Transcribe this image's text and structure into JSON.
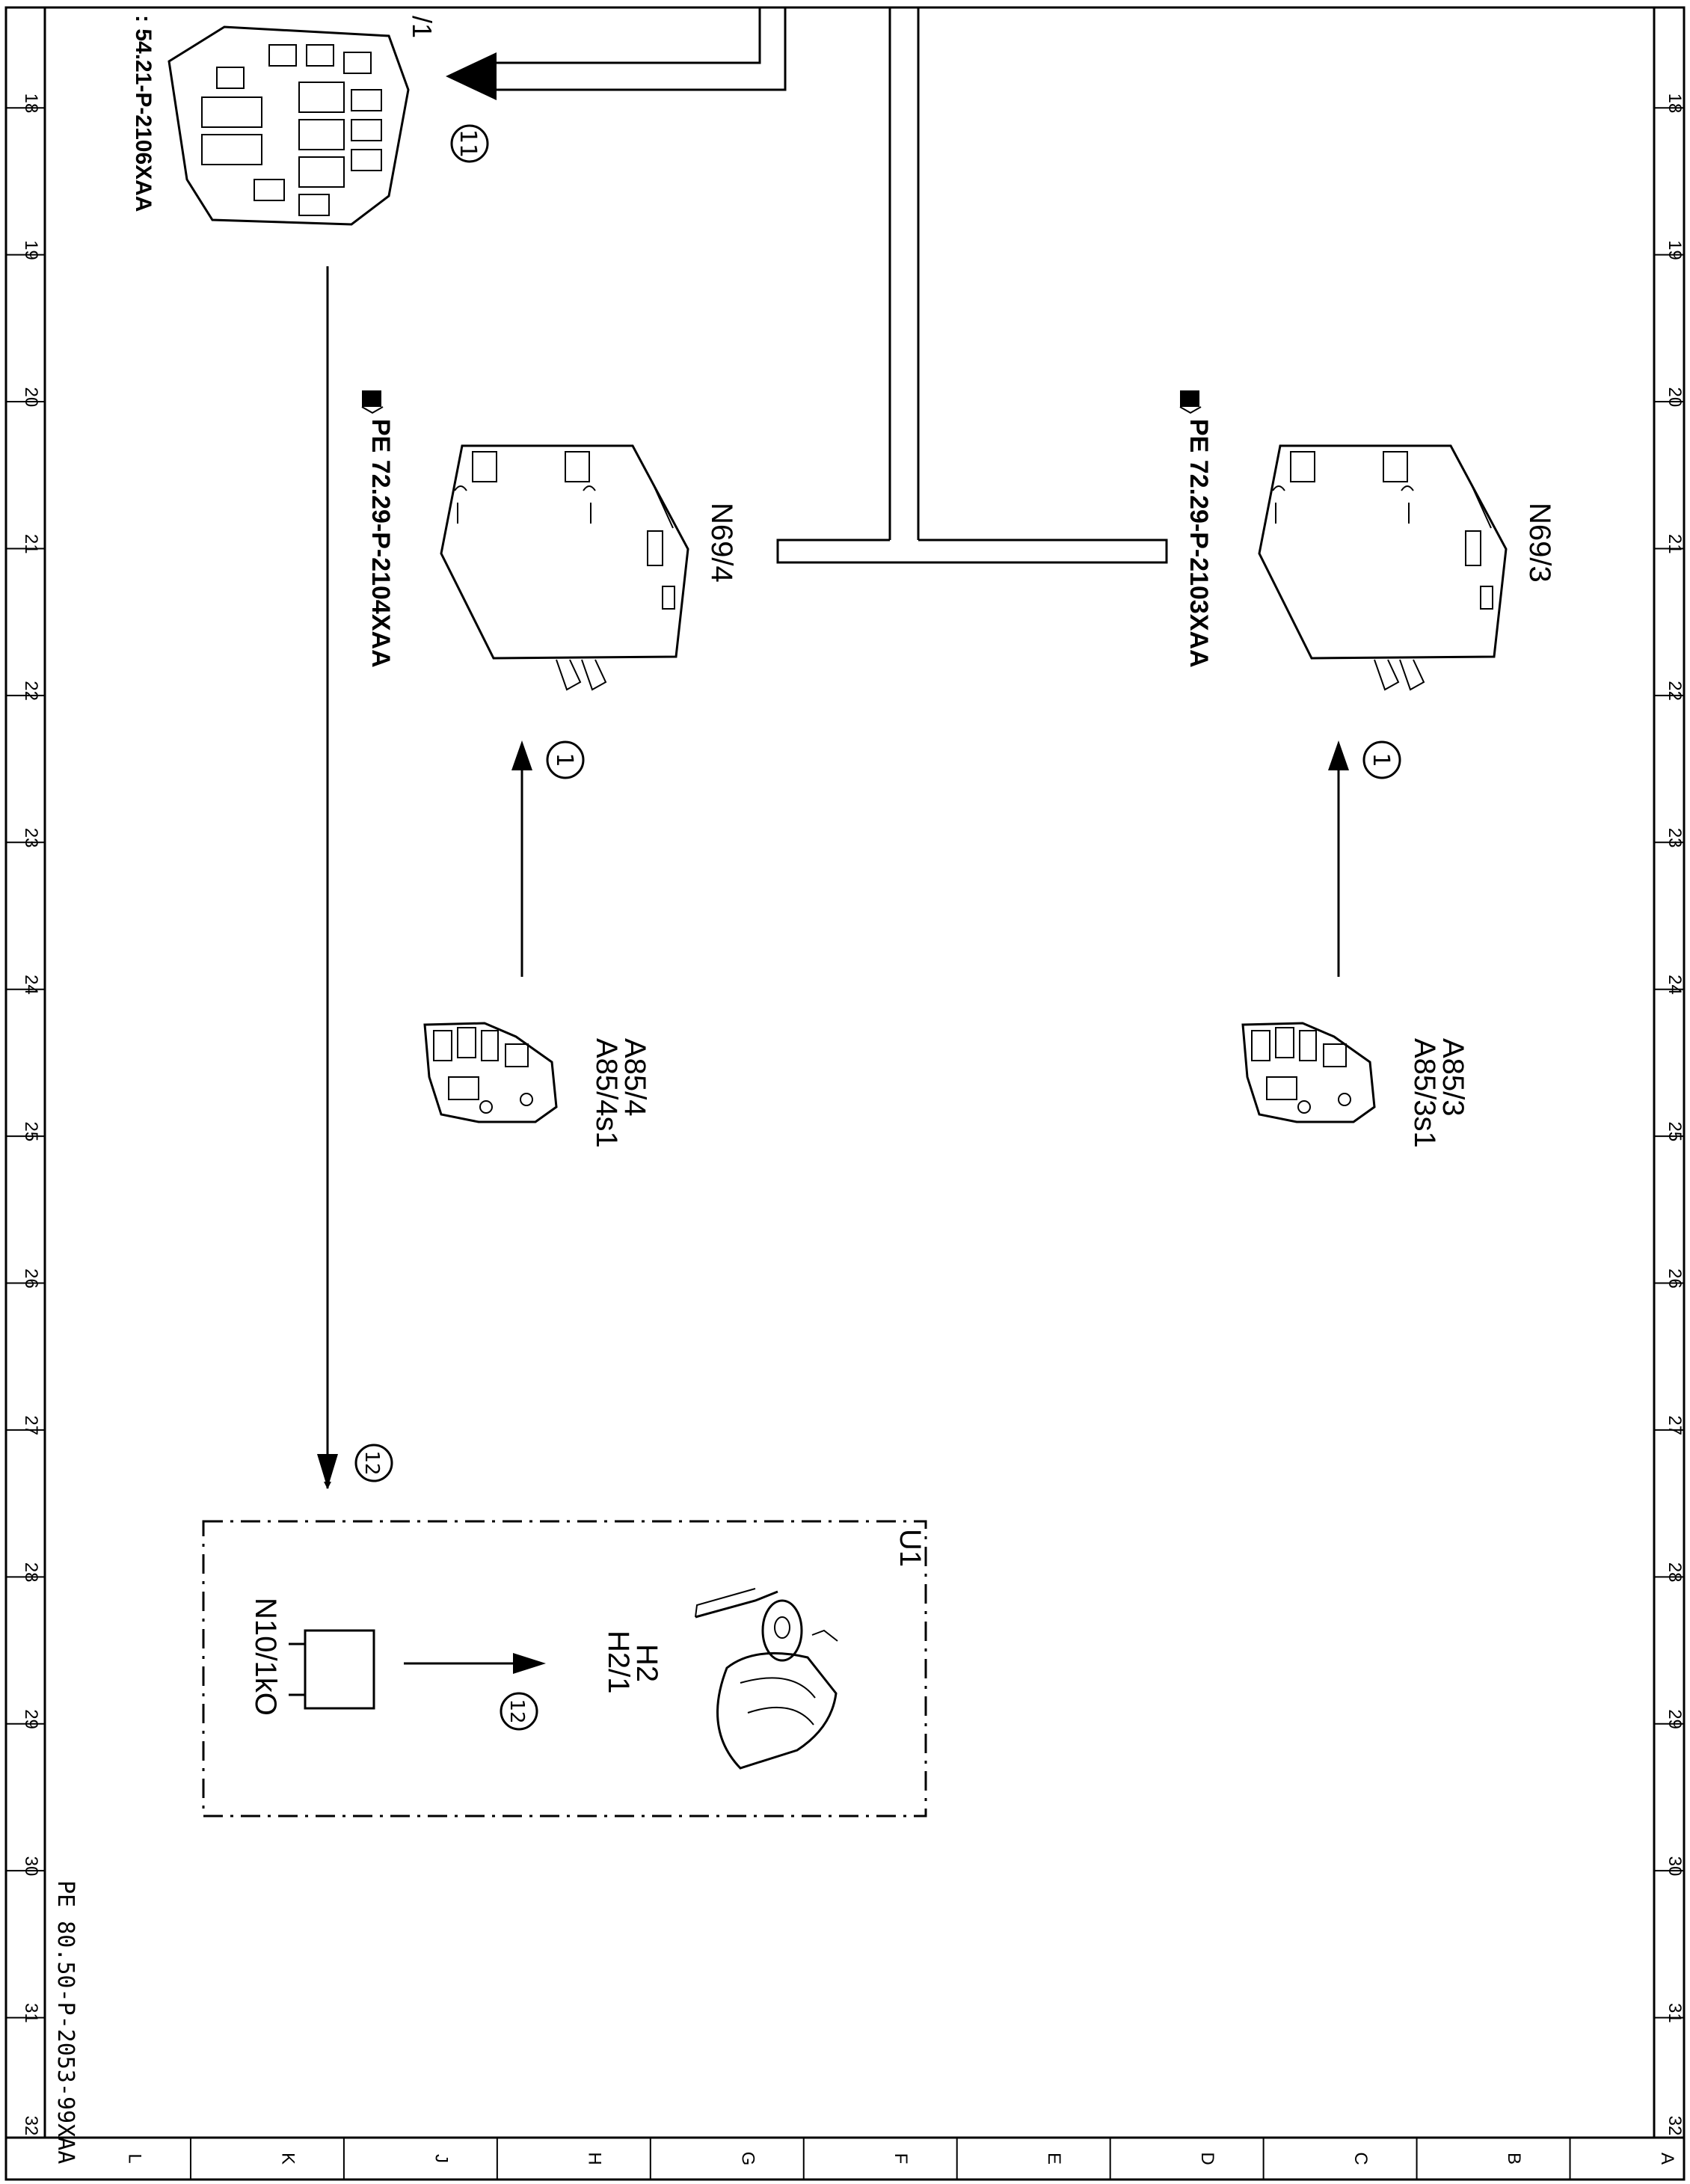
{
  "frame": {
    "rows": [
      "18",
      "19",
      "20",
      "21",
      "22",
      "23",
      "24",
      "25",
      "26",
      "27",
      "28",
      "29",
      "30",
      "31",
      "32"
    ],
    "columns": [
      "L",
      "K",
      "J",
      "H",
      "G",
      "F",
      "E",
      "D",
      "C",
      "B",
      "A"
    ]
  },
  "components": {
    "top_partial_label": "/1",
    "top_partial_ref": ": 54.21-P-2106XAA",
    "n69_4": {
      "label": "N69/4",
      "ref": "PE 72.29-P-2104XAA"
    },
    "n69_3": {
      "label": "N69/3",
      "ref": "PE 72.29-P-2103XAA"
    },
    "a85_4": {
      "label1": "A85/4",
      "label2": "A85/4s1"
    },
    "a85_3": {
      "label1": "A85/3",
      "label2": "A85/3s1"
    },
    "u1": {
      "label": "U1"
    },
    "h2": {
      "label1": "H2",
      "label2": "H2/1"
    },
    "n10": {
      "label": "N10/1kO"
    }
  },
  "markers": {
    "m11": "11",
    "m1_left": "1",
    "m1_right": "1",
    "m12_top": "12",
    "m12_bottom": "12"
  },
  "document_ref": "PE 80.50-P-2053-99XAA"
}
